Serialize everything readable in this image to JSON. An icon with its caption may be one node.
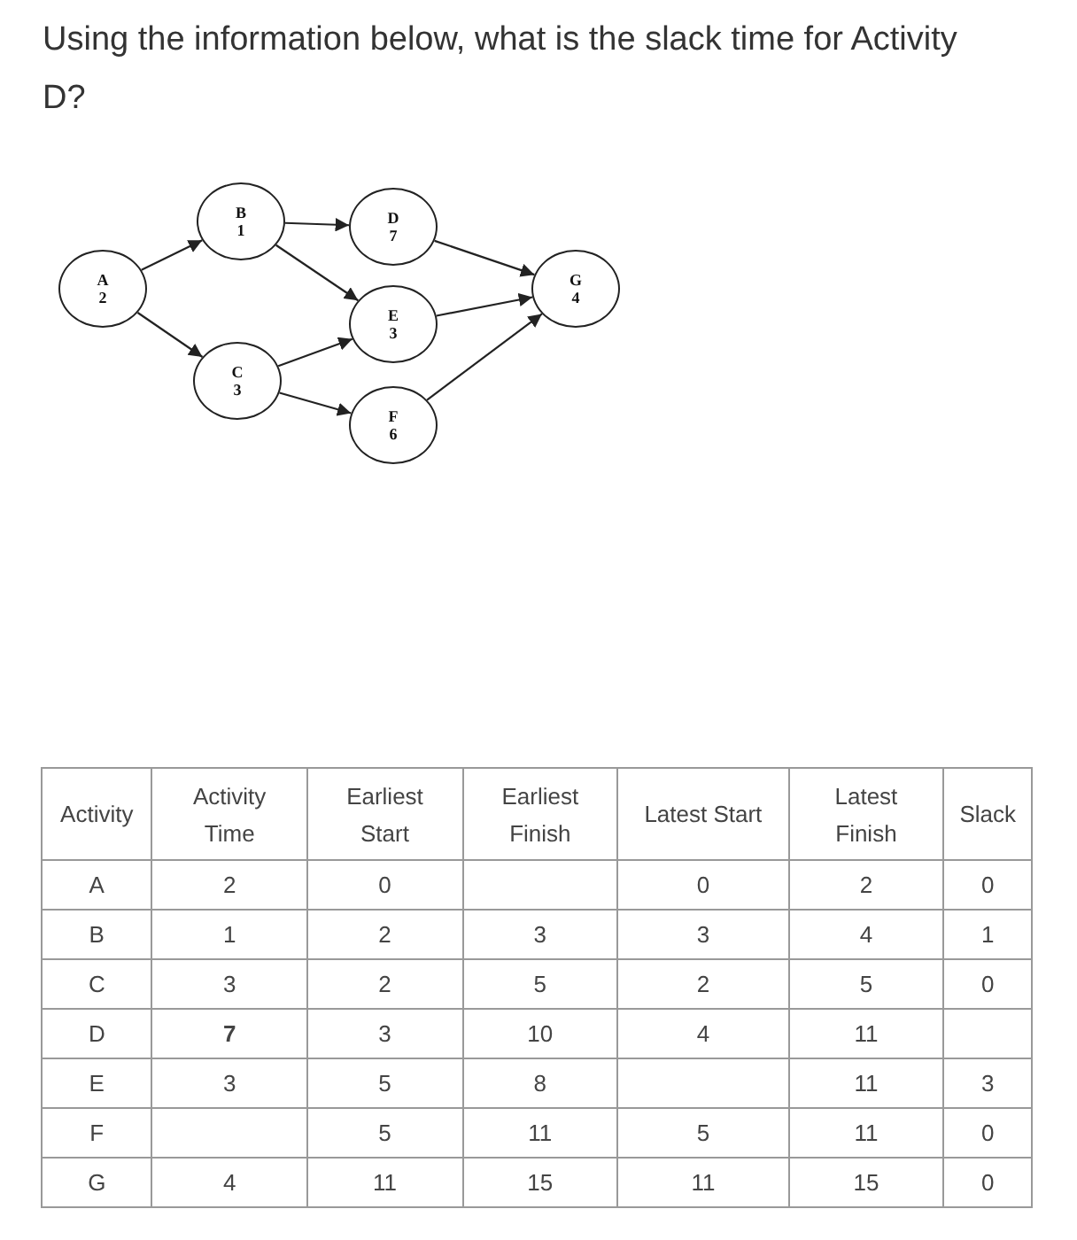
{
  "diagram": {
    "title": "Using the information below, what is the slack time for Activity D?",
    "nodes": [
      {
        "text": [
          "A",
          "2"
        ]
      },
      {
        "text": [
          "B",
          "1"
        ]
      },
      {
        "text": [
          "C",
          "3"
        ]
      },
      {
        "text": [
          "D",
          "7"
        ]
      },
      {
        "text": [
          "E",
          "3"
        ]
      },
      {
        "text": [
          "F",
          "6"
        ]
      },
      {
        "text": [
          "G",
          "4"
        ]
      }
    ],
    "edges": [
      {
        "from": 0,
        "to": 1,
        "arrow": "to"
      },
      {
        "from": 0,
        "to": 2,
        "arrow": "to"
      },
      {
        "from": 1,
        "to": 3,
        "arrow": "to"
      },
      {
        "from": 1,
        "to": 4,
        "arrow": "to"
      },
      {
        "from": 2,
        "to": 4,
        "arrow": "to"
      },
      {
        "from": 2,
        "to": 5,
        "arrow": "to"
      },
      {
        "from": 3,
        "to": 6,
        "arrow": "to"
      },
      {
        "from": 4,
        "to": 6,
        "arrow": "to"
      },
      {
        "from": 5,
        "to": 6,
        "arrow": "to"
      }
    ],
    "labels": [
      "Activity",
      "Activity Time",
      "Earliest Start",
      "Earliest Finish",
      "Latest Start",
      "Latest Finish",
      "Slack",
      "A",
      "2",
      "0",
      "0",
      "2",
      "0",
      "B",
      "1",
      "2",
      "3",
      "3",
      "4",
      "1",
      "C",
      "3",
      "2",
      "5",
      "2",
      "5",
      "0",
      "D",
      "7",
      "3",
      "10",
      "4",
      "11",
      "E",
      "3",
      "5",
      "8",
      "11",
      "3",
      "F",
      "5",
      "11",
      "5",
      "11",
      "0",
      "G",
      "4",
      "11",
      "15",
      "11",
      "15",
      "0"
    ]
  }
}
